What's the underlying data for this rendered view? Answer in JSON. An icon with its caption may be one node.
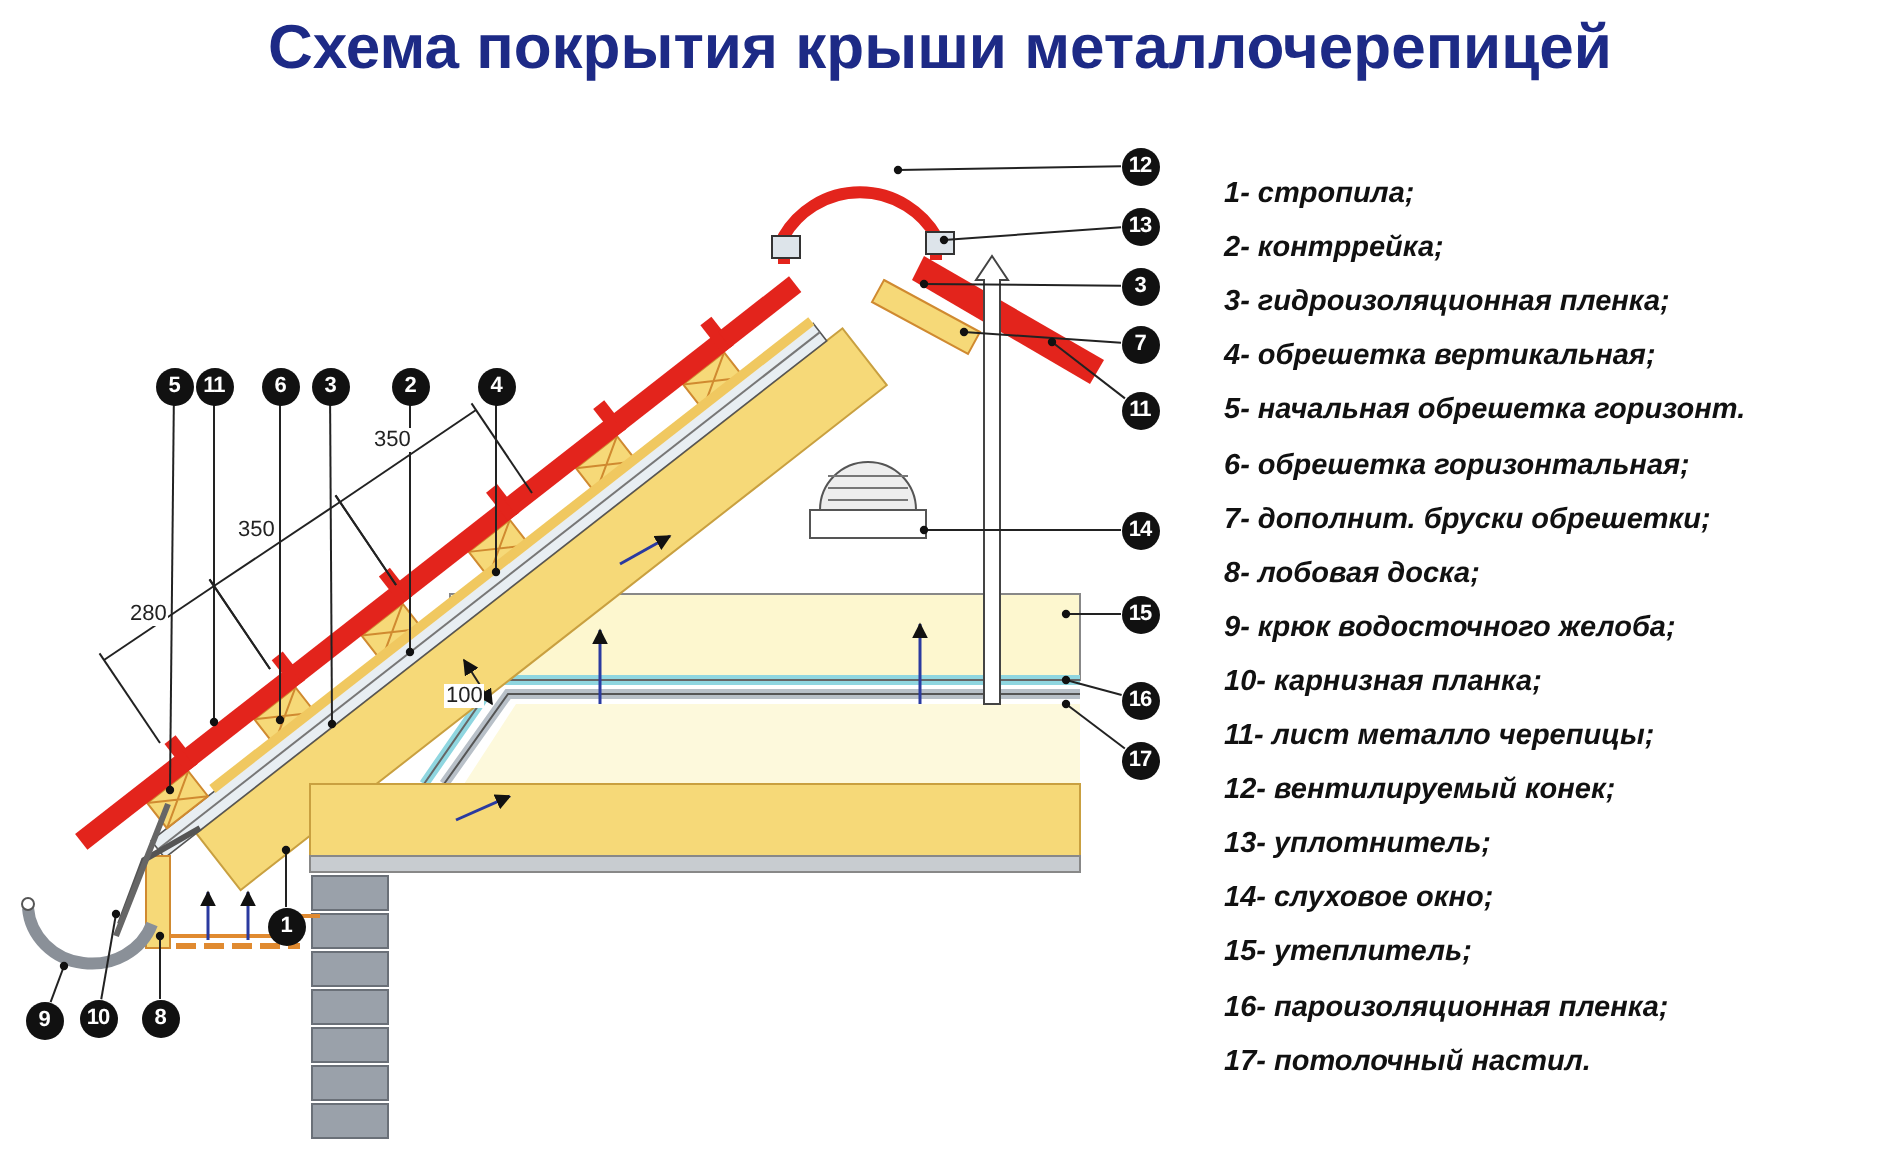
{
  "diagram": {
    "title": "Схема покрытия крыши металлочерепицей",
    "nodes": [
      {
        "text": [
          "12"
        ]
      },
      {
        "text": [
          "13"
        ]
      },
      {
        "text": [
          "3"
        ]
      },
      {
        "text": [
          "7"
        ]
      },
      {
        "text": [
          "5"
        ]
      },
      {
        "text": [
          "11"
        ]
      },
      {
        "text": [
          "6"
        ]
      },
      {
        "text": [
          "3"
        ]
      },
      {
        "text": [
          "2"
        ]
      },
      {
        "text": [
          "4"
        ]
      },
      {
        "text": [
          "11"
        ]
      },
      {
        "text": [
          "14"
        ]
      },
      {
        "text": [
          "15"
        ]
      },
      {
        "text": [
          "16"
        ]
      },
      {
        "text": [
          "17"
        ]
      },
      {
        "text": [
          "1"
        ]
      },
      {
        "text": [
          "9"
        ]
      },
      {
        "text": [
          "10"
        ]
      },
      {
        "text": [
          "8"
        ]
      }
    ],
    "edges": [
      {
        "from": 0,
        "to": null,
        "arrow": "other"
      },
      {
        "from": 1,
        "to": null,
        "arrow": "other"
      },
      {
        "from": 2,
        "to": null,
        "arrow": "other"
      },
      {
        "from": 3,
        "to": null,
        "arrow": "other"
      },
      {
        "from": 4,
        "to": null,
        "arrow": "other"
      },
      {
        "from": 5,
        "to": null,
        "arrow": "other"
      },
      {
        "from": 6,
        "to": null,
        "arrow": "other"
      },
      {
        "from": 7,
        "to": null,
        "arrow": "other"
      },
      {
        "from": 8,
        "to": null,
        "arrow": "other"
      },
      {
        "from": 9,
        "to": null,
        "arrow": "other"
      },
      {
        "from": 10,
        "to": null,
        "arrow": "other"
      },
      {
        "from": 11,
        "to": null,
        "arrow": "other"
      },
      {
        "from": 12,
        "to": null,
        "arrow": "other"
      },
      {
        "from": 13,
        "to": null,
        "arrow": "other"
      },
      {
        "from": 14,
        "to": null,
        "arrow": "other"
      },
      {
        "from": 15,
        "to": null,
        "arrow": "other"
      },
      {
        "from": 16,
        "to": null,
        "arrow": "other"
      },
      {
        "from": 17,
        "to": null,
        "arrow": "other"
      },
      {
        "from": 18,
        "to": null,
        "arrow": "other"
      }
    ],
    "labels": [
      "350",
      "350",
      "280",
      "100",
      "1- стропила;",
      "2- контррейка;",
      "3- гидроизоляционная пленка;",
      "4- обрешетка вертикальная;",
      "5- начальная обрешетка горизонт.",
      "6- обрешетка горизонтальная;",
      "7- дополнит. бруски обрешетки;",
      "8- лобовая доска;",
      "9- крюк водосточного желоба;",
      "10- карнизная планка;",
      "11- лист металло черепицы;",
      "12- вентилируемый конек;",
      "13- уплотнитель;",
      "14- слуховое окно;",
      "15- утеплитель;",
      "16- пароизоляционная пленка;",
      "17- потолочный настил."
    ]
  }
}
